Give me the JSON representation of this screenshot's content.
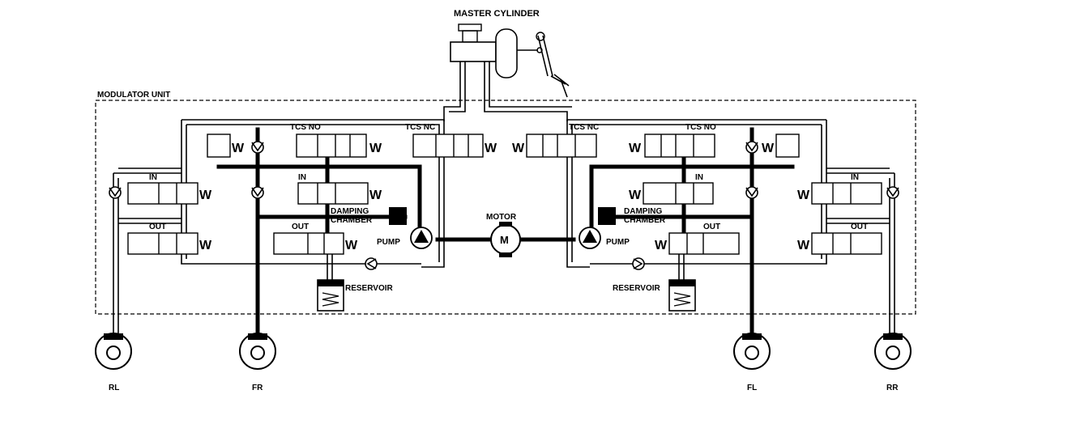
{
  "labels": {
    "master_cylinder": "MASTER CYLINDER",
    "modulator_unit": "MODULATOR UNIT",
    "motor": "MOTOR",
    "motor_symbol": "M",
    "left": {
      "tcs_no": "TCS NO",
      "tcs_nc": "TCS NC",
      "in_inner": "IN",
      "in_outer": "IN",
      "out_inner": "OUT",
      "out_outer": "OUT",
      "damping_1": "DAMPING",
      "damping_2": "CHAMBER",
      "pump": "PUMP",
      "reservoir": "RESERVOIR"
    },
    "right": {
      "tcs_no": "TCS NO",
      "tcs_nc": "TCS NC",
      "in_inner": "IN",
      "in_outer": "IN",
      "out_inner": "OUT",
      "out_outer": "OUT",
      "damping_1": "DAMPING",
      "damping_2": "CHAMBER",
      "pump": "PUMP",
      "reservoir": "RESERVOIR"
    },
    "wheels": {
      "rl": "RL",
      "fr": "FR",
      "fl": "FL",
      "rr": "RR"
    },
    "spring": "W"
  }
}
